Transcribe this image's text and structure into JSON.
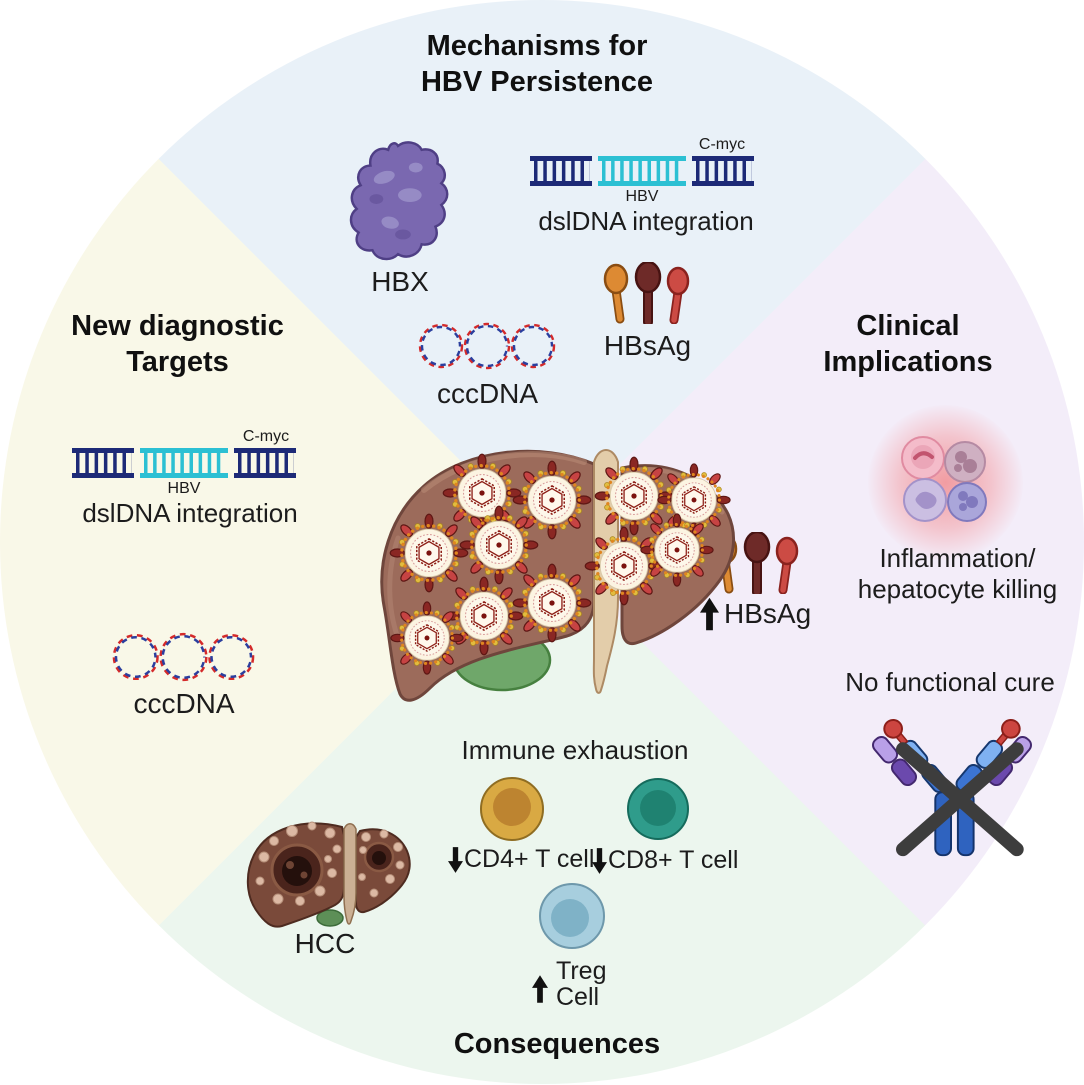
{
  "colors": {
    "sector_top": "#e9f1f8",
    "sector_right": "#f3edf9",
    "sector_bottom": "#ecf6ee",
    "sector_left": "#f9f8e8",
    "dna_navy": "#1d2a77",
    "dna_cyan": "#2cc0d3",
    "hbx_purple": "#7a68b0",
    "liver_brown": "#9c6b5b",
    "virus_ring_orange": "#e0861f",
    "hbsag_orange": "#dd8a33",
    "hbsag_maroon": "#6e2a28",
    "hbsag_red": "#cc4b44",
    "cd4_gold": "#d9a943",
    "cd8_teal": "#2f9c8b",
    "treg_blue": "#a7cede",
    "inflammation_red": "#f25a5a",
    "antibody_blue": "#2f63bf",
    "antibody_purple": "#8763c9",
    "cccdna_red": "#d42a2a",
    "cccdna_blue": "#2b3f9e",
    "hcc_brown": "#7a4a3a"
  },
  "sections": {
    "top": {
      "title_line1": "Mechanisms for",
      "title_line2": "HBV Persistence",
      "hbx_label": "HBX",
      "dsldna": {
        "cmyc": "C-myc",
        "hbv": "HBV",
        "label": "dslDNA integration"
      },
      "hbsag_label": "HBsAg",
      "cccdna_label": "cccDNA"
    },
    "left": {
      "title_line1": "New diagnostic",
      "title_line2": "Targets",
      "dsldna": {
        "cmyc": "C-myc",
        "hbv": "HBV",
        "label": "dslDNA integration"
      },
      "cccdna_label": "cccDNA"
    },
    "right": {
      "title_line1": "Clinical",
      "title_line2": "Implications",
      "inflammation_line1": "Inflammation/",
      "inflammation_line2": "hepatocyte killing",
      "hbsag_label": "HBsAg",
      "no_cure_label": "No functional cure"
    },
    "bottom": {
      "immune_title": "Immune exhaustion",
      "cd4_label": "CD4+ T cell",
      "cd8_label": "CD8+ T cell",
      "treg_line1": "Treg",
      "treg_line2": "Cell",
      "hcc_label": "HCC",
      "title": "Consequences"
    }
  }
}
